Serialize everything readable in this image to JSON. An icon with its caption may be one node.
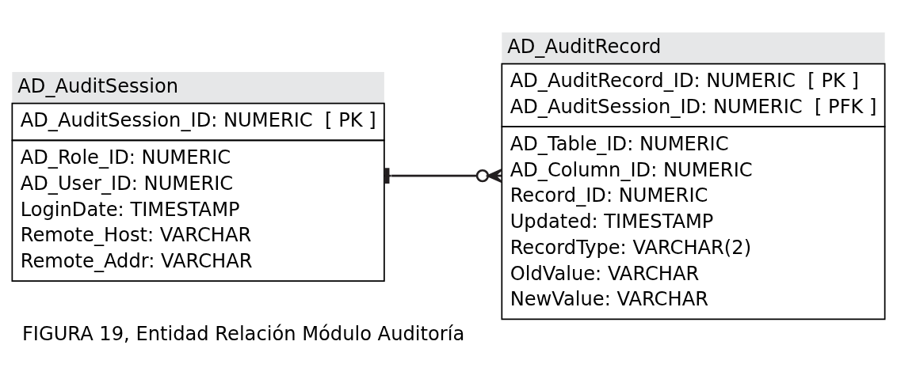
{
  "diagram": {
    "caption": "FIGURA 19, Entidad Relación Módulo Auditoría",
    "nodes": [
      {
        "text": [
          "AD_AuditSession",
          "AD_AuditSession_ID: NUMERIC  [ PK ]",
          "AD_Role_ID: NUMERIC",
          "AD_User_ID: NUMERIC",
          "LoginDate: TIMESTAMP",
          "Remote_Host: VARCHAR",
          "Remote_Addr: VARCHAR"
        ]
      },
      {
        "text": [
          "AD_AuditRecord",
          "AD_AuditRecord_ID: NUMERIC  [ PK ]",
          "AD_AuditSession_ID: NUMERIC  [ PFK ]",
          "AD_Table_ID: NUMERIC",
          "AD_Column_ID: NUMERIC",
          "Record_ID: NUMERIC",
          "Updated: TIMESTAMP",
          "RecordType: VARCHAR(2)",
          "OldValue: VARCHAR",
          "NewValue: VARCHAR"
        ]
      }
    ],
    "edges": [
      {
        "from": 0,
        "to": 1,
        "arrow": "other"
      }
    ]
  }
}
